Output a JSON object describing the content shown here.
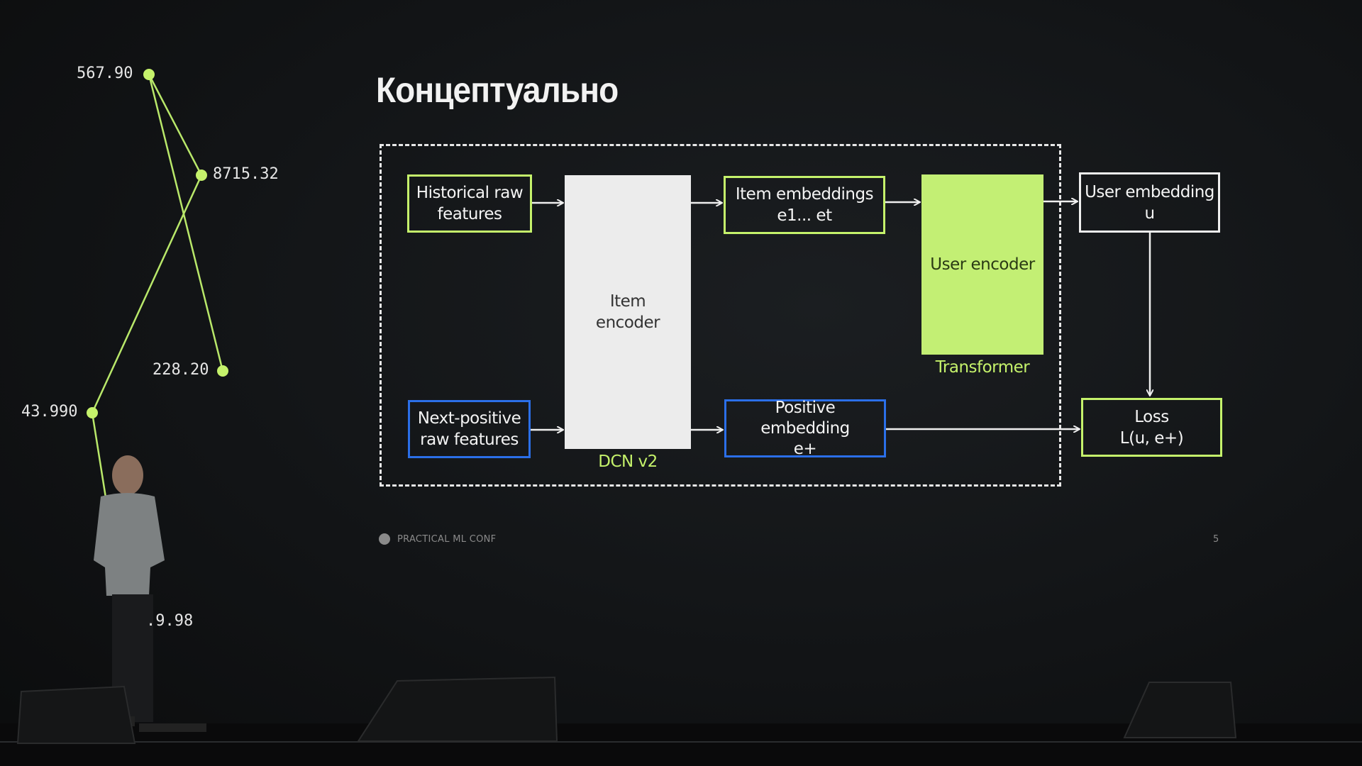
{
  "slide": {
    "title": "Концептуально",
    "footer": {
      "brand": "PRACTICAL ML CONF",
      "page_number": "5"
    }
  },
  "diagram": {
    "nodes": {
      "historical_raw": "Historical raw\nfeatures",
      "next_positive_raw": "Next-positive\nraw features",
      "item_encoder": "Item\nencoder",
      "item_encoder_caption": "DCN v2",
      "item_embeddings": "Item embeddings\ne1... et",
      "positive_embedding": "Positive\nembedding\ne+",
      "user_encoder": "User encoder",
      "user_encoder_caption": "Transformer",
      "user_embedding": "User embedding\nu",
      "loss": "Loss\nL(u, e+)"
    },
    "colors": {
      "accent_green": "#c5f26b",
      "accent_blue": "#2b6fe8",
      "white": "#efefef"
    }
  },
  "graph_overlay": {
    "labels": [
      "567.90",
      "8715.32",
      "228.20",
      "43.990",
      ".9.98"
    ]
  }
}
